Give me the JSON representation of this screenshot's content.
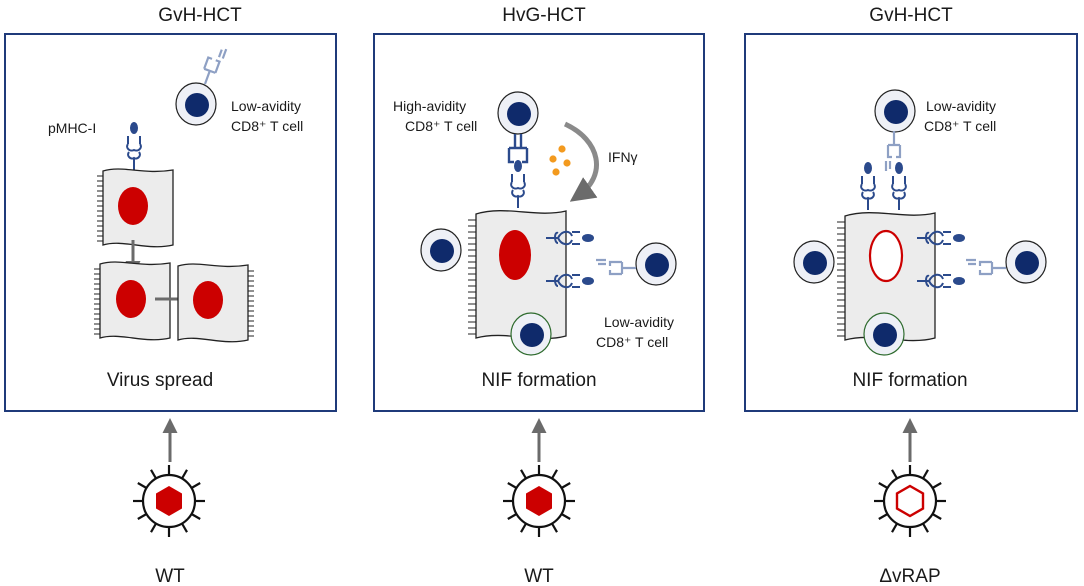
{
  "colors": {
    "panel_border": "#1f3a7a",
    "nucleus": "#cc0000",
    "tcell_nucleus": "#0f2a6b",
    "cell_fill": "#ececec",
    "receptor_dark": "#2b4a8c",
    "receptor_light": "#7f93b8",
    "arrow": "#6b6b6b",
    "ifn": "#f39a1e"
  },
  "panels": [
    {
      "title": "GvH-HCT",
      "caption": "Virus spread",
      "virus_label": "WT",
      "virus_type": "filled-hexagon",
      "labels": {
        "pmhc": "pMHC-I",
        "tcell_line1": "Low-avidity",
        "tcell_line2": "CD8⁺ T cell"
      }
    },
    {
      "title": "HvG-HCT",
      "caption": "NIF formation",
      "virus_label": "WT",
      "virus_type": "filled-hexagon",
      "labels": {
        "high_line1": "High-avidity",
        "high_line2": "CD8⁺ T cell",
        "ifn": "IFNγ",
        "low_line1": "Low-avidity",
        "low_line2": "CD8⁺ T cell"
      }
    },
    {
      "title": "GvH-HCT",
      "caption": "NIF formation",
      "virus_label": "ΔvRAP",
      "virus_type": "open-hexagon",
      "labels": {
        "tcell_line1": "Low-avidity",
        "tcell_line2": "CD8⁺ T cell"
      }
    }
  ]
}
